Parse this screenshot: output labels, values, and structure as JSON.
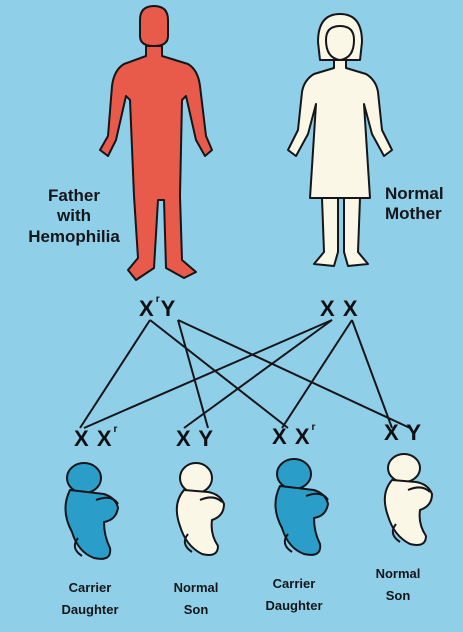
{
  "colors": {
    "background": "#8fd0e8",
    "father_fill": "#e85a4a",
    "mother_fill": "#fbf7e6",
    "carrier_fill": "#2a9ec9",
    "normal_child_fill": "#fbf7e6",
    "outline": "#15151a"
  },
  "parents": {
    "father": {
      "label_lines": [
        "Father",
        "with",
        "Hemophilia"
      ],
      "genotype": {
        "x": "X",
        "r": "r",
        "y": "Y"
      }
    },
    "mother": {
      "label_lines": [
        "Normal",
        "Mother"
      ],
      "genotype": {
        "a": "X",
        "b": "X"
      }
    }
  },
  "children": [
    {
      "genotype": {
        "a": "X",
        "b": "X",
        "sup": "r"
      },
      "label_lines": [
        "Carrier",
        "Daughter"
      ],
      "figure": "carrier-daughter-baby"
    },
    {
      "genotype": {
        "a": "X",
        "b": "Y",
        "sup": ""
      },
      "label_lines": [
        "Normal",
        "Son"
      ],
      "figure": "normal-son-baby"
    },
    {
      "genotype": {
        "a": "X",
        "b": "X",
        "sup": "r"
      },
      "label_lines": [
        "Carrier",
        "Daughter"
      ],
      "figure": "carrier-daughter-baby"
    },
    {
      "genotype": {
        "a": "X",
        "b": "Y",
        "sup": ""
      },
      "label_lines": [
        "Normal",
        "Son"
      ],
      "figure": "normal-son-baby"
    }
  ]
}
